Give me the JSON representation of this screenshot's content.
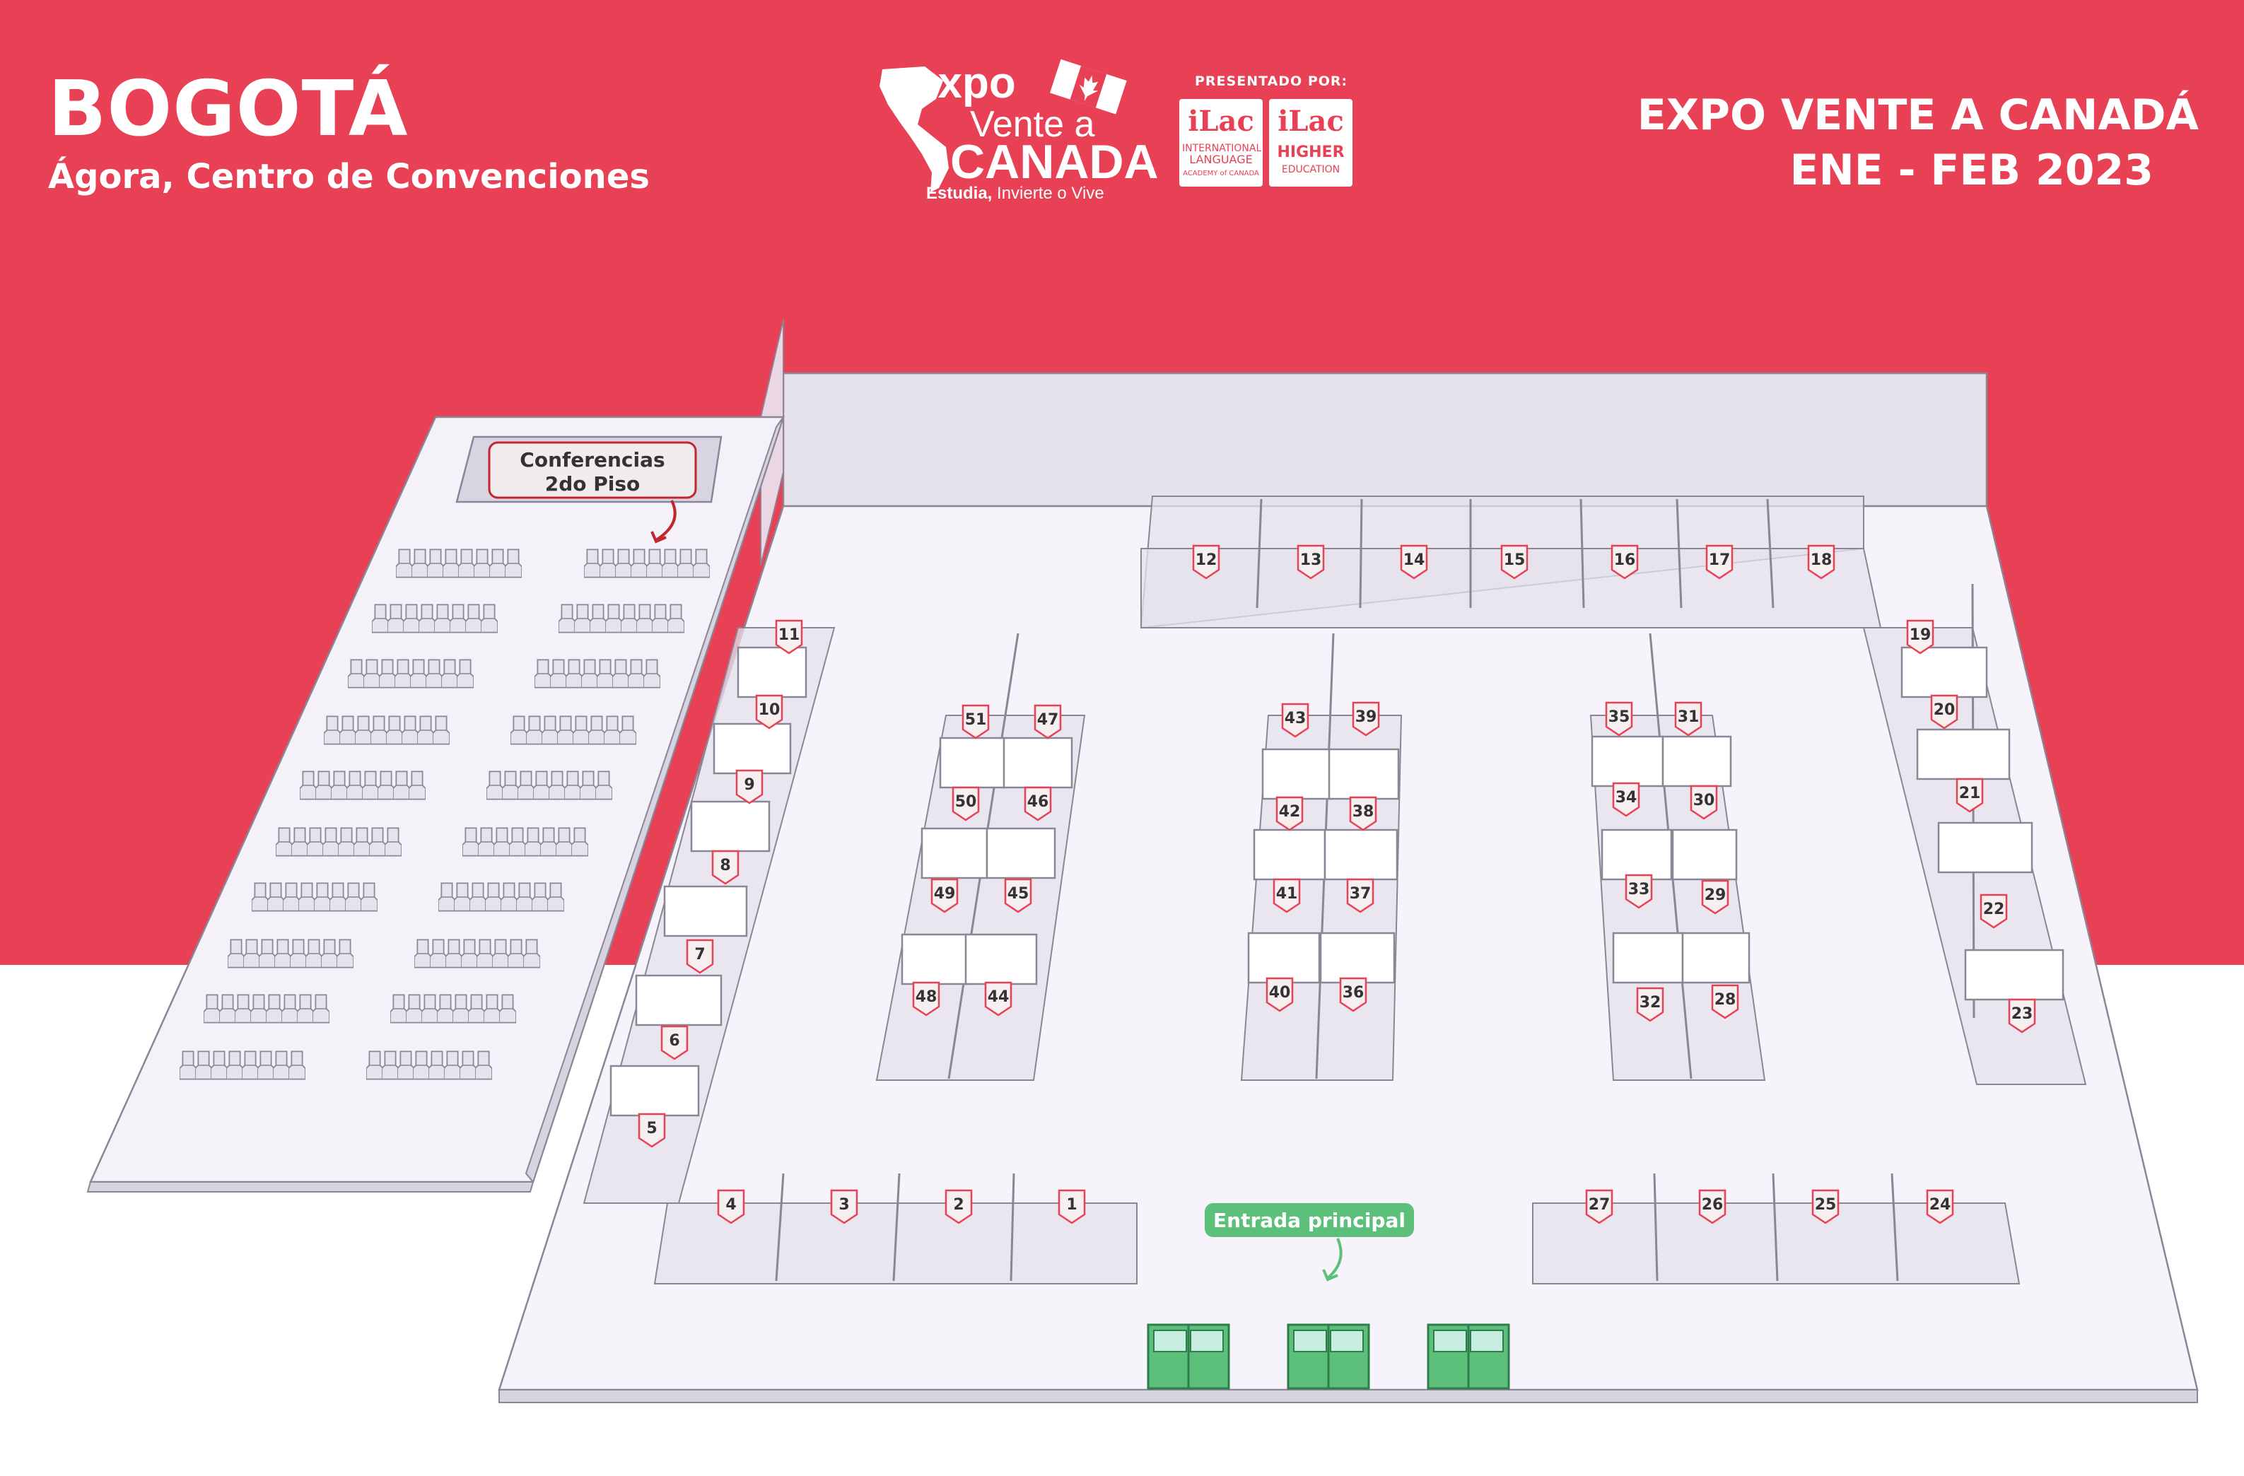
{
  "header": {
    "city": "BOGOTÁ",
    "venue": "Ágora, Centro de Convenciones",
    "event_title": "EXPO VENTE A CANADÁ",
    "event_dates": "ENE - FEB 2023",
    "presented_by": "PRESENTADO POR:"
  },
  "logo": {
    "expo": "expo",
    "vente": "Vente a",
    "canada": "CANADA",
    "tagline_bold": "Estudia,",
    "tagline_rest": " Invierte o Vive"
  },
  "sponsors": [
    {
      "mark": "iLac",
      "line1": "INTERNATIONAL",
      "line2": "LANGUAGE",
      "line3": "ACADEMY of CANADA"
    },
    {
      "mark": "iLac",
      "line1": "HIGHER",
      "line2": "EDUCATION",
      "line3": ""
    }
  ],
  "labels": {
    "conferences_line1": "Conferencias",
    "conferences_line2": "2do Piso",
    "main_entrance": "Entrada principal"
  },
  "booths": [
    "1",
    "2",
    "3",
    "4",
    "5",
    "6",
    "7",
    "8",
    "9",
    "10",
    "11",
    "12",
    "13",
    "14",
    "15",
    "16",
    "17",
    "18",
    "19",
    "20",
    "21",
    "22",
    "23",
    "24",
    "25",
    "26",
    "27",
    "28",
    "29",
    "30",
    "31",
    "32",
    "33",
    "34",
    "35",
    "36",
    "37",
    "38",
    "39",
    "40",
    "41",
    "42",
    "43",
    "44",
    "45",
    "46",
    "47",
    "48",
    "49",
    "50",
    "51"
  ],
  "colors": {
    "brand_red": "#e84054",
    "floor": "#f7f3fb",
    "wall": "#e6e2ec",
    "outline": "#8a8695",
    "entrance_green": "#5cbf7a"
  }
}
